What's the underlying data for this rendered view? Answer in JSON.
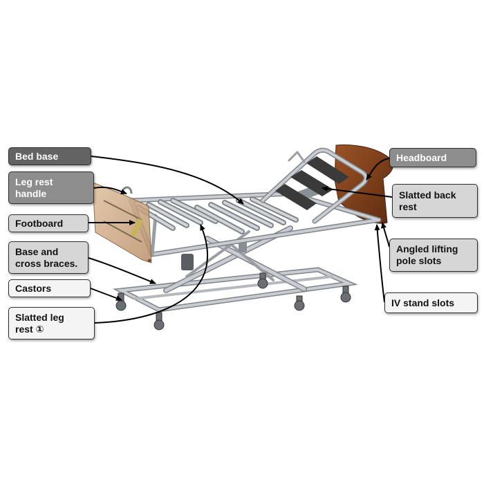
{
  "labels": {
    "bed_base": "Bed base",
    "leg_rest_handle": "Leg rest\nhandle",
    "footboard": "Footboard",
    "base_cross_braces": "Base and\ncross braces.",
    "castors": "Castors",
    "slatted_leg_rest": "Slatted leg\nrest ①",
    "headboard": "Headboard",
    "slatted_back_rest": "Slatted back\nrest",
    "angled_lifting_pole_slots": "Angled lifting\npole slots",
    "iv_stand_slots": "IV stand slots"
  },
  "colors": {
    "frame": "#c9ccd0",
    "frame_dark": "#7f8489",
    "slat": "#3a3a3a",
    "headboard": "#7a3d18",
    "footboard": "#c9a27c",
    "arrow": "#000000",
    "label_dark": "#636363",
    "label_mid": "#8d8d8d",
    "label_light": "#d6d6d6",
    "label_white": "#f4f4f4"
  }
}
